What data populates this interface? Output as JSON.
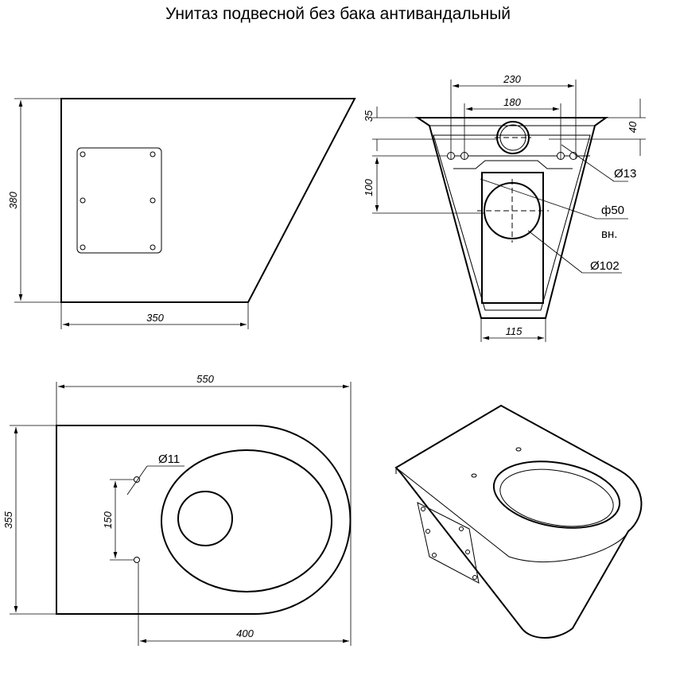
{
  "title": "Унитаз подвесной без бака антивандальный",
  "side_view": {
    "height": "380",
    "width": "350"
  },
  "front_view": {
    "top_width": "230",
    "hole_spacing": "180",
    "offset_35": "35",
    "offset_40": "40",
    "offset_100": "100",
    "bolt_hole": "Ø13",
    "drain_inner": "ф50",
    "drain_inner_note": "вн.",
    "outlet": "Ø102",
    "bottom_width": "115"
  },
  "top_view": {
    "length": "550",
    "width": "355",
    "mount_hole": "Ø11",
    "mount_spacing": "150",
    "offset_400": "400"
  },
  "iso_view": {}
}
